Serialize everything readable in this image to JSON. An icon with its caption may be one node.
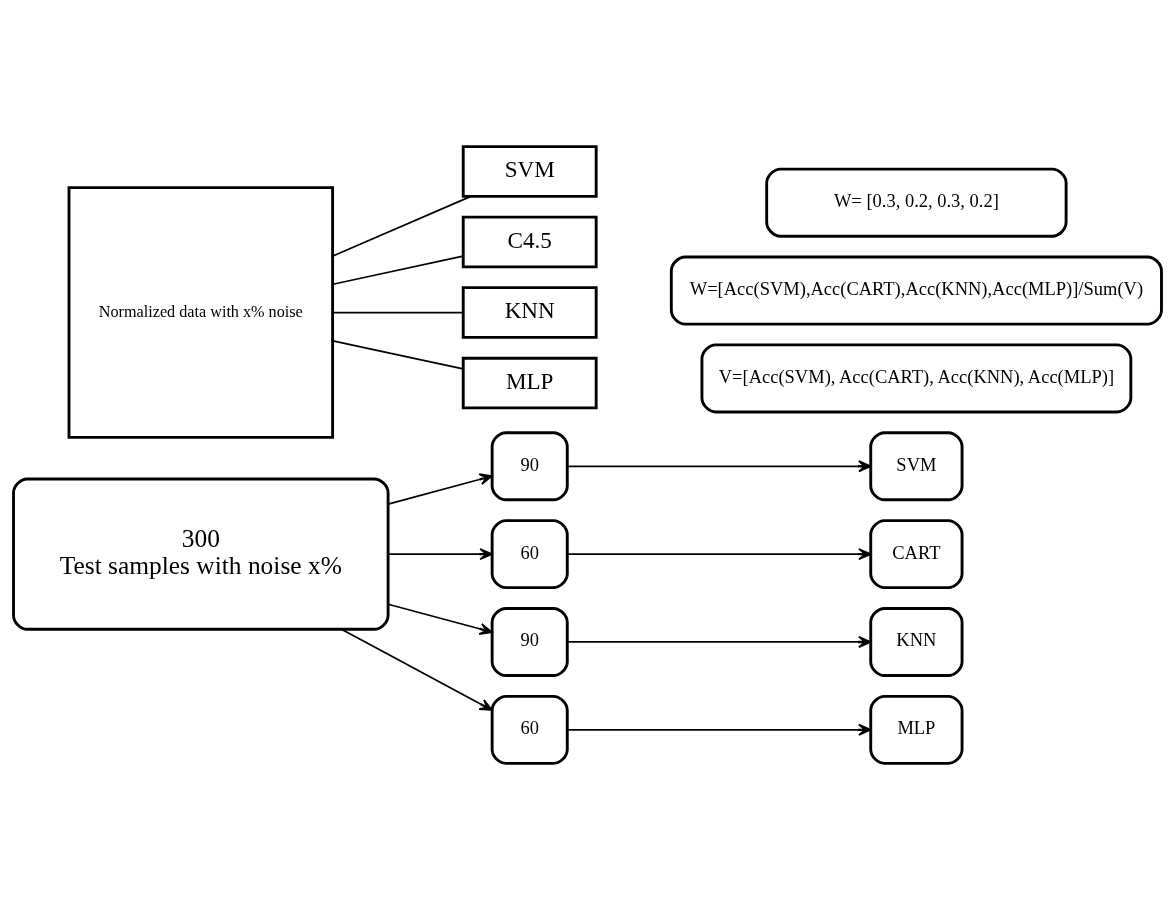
{
  "diagram": {
    "nodes": [
      {
        "text": [
          "Normalized data with x% noise"
        ]
      },
      {
        "text": [
          "SVM"
        ]
      },
      {
        "text": [
          "C4.5"
        ]
      },
      {
        "text": [
          "KNN"
        ]
      },
      {
        "text": [
          "MLP"
        ]
      },
      {
        "text": [
          "V=[Acc(SVM), Acc(CART), Acc(KNN), Acc(MLP)]"
        ]
      },
      {
        "text": [
          "W=[Acc(SVM),Acc(CART),Acc(KNN),Acc(MLP)]/Sum(V)"
        ]
      },
      {
        "text": [
          "W= [0.3, 0.2, 0.3, 0.2]"
        ]
      },
      {
        "text": [
          "300",
          "Test samples with noise x%"
        ]
      },
      {
        "text": [
          "90"
        ]
      },
      {
        "text": [
          "60"
        ]
      },
      {
        "text": [
          "90"
        ]
      },
      {
        "text": [
          "60"
        ]
      },
      {
        "text": [
          "SVM"
        ]
      },
      {
        "text": [
          "CART"
        ]
      },
      {
        "text": [
          "KNN"
        ]
      },
      {
        "text": [
          "MLP"
        ]
      }
    ],
    "edges": [
      {
        "from": 0,
        "to": 1,
        "arrow": "none"
      },
      {
        "from": 0,
        "to": 2,
        "arrow": "none"
      },
      {
        "from": 0,
        "to": 3,
        "arrow": "none"
      },
      {
        "from": 0,
        "to": 4,
        "arrow": "none"
      },
      {
        "from": 8,
        "to": 9,
        "arrow": "to"
      },
      {
        "from": 8,
        "to": 10,
        "arrow": "to"
      },
      {
        "from": 8,
        "to": 11,
        "arrow": "to"
      },
      {
        "from": 8,
        "to": 12,
        "arrow": "to"
      },
      {
        "from": 9,
        "to": 13,
        "arrow": "to"
      },
      {
        "from": 10,
        "to": 14,
        "arrow": "to"
      },
      {
        "from": 11,
        "to": 15,
        "arrow": "to"
      },
      {
        "from": 12,
        "to": 16,
        "arrow": "to"
      }
    ]
  }
}
